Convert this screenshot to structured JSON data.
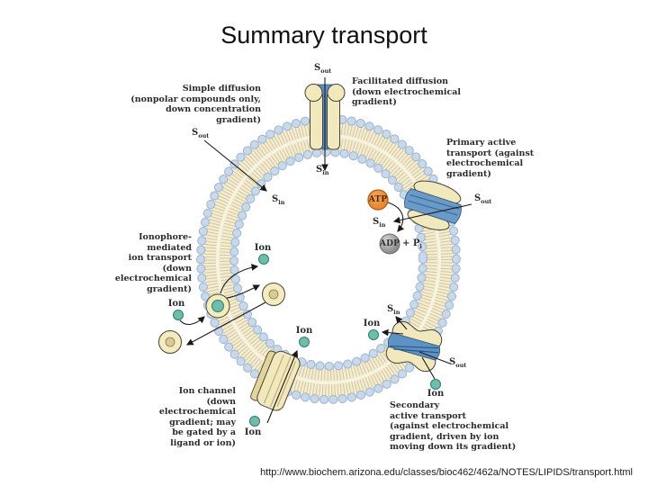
{
  "slide": {
    "title": "Summary transport",
    "source_url": "http://www.biochem.arizona.edu/classes/bioc462/462a/NOTES/LIPIDS/transport.html"
  },
  "labels": {
    "simple_diffusion": "Simple diffusion\n(nonpolar compounds only,\ndown concentration\ngradient)",
    "facilitated_diffusion": "Facilitated diffusion\n(down electrochemical\ngradient)",
    "primary_active": "Primary active\ntransport (against\nelectrochemical\ngradient)",
    "ionophore": "Ionophore-\nmediated\nion transport\n(down\nelectrochemical\ngradient)",
    "ion_channel": "Ion channel\n(down\nelectrochemical\ngradient; may\nbe gated by a\nligand or ion)",
    "secondary_active": "Secondary\nactive transport\n(against electrochemical\ngradient, driven by ion\nmoving down its gradient)"
  },
  "molecules": {
    "ion": "Ion",
    "atp": "ATP",
    "adp": "ADP",
    "plus_p": {
      "base": "+ P",
      "sub": "i"
    },
    "s": {
      "base": "S",
      "sub_out": "out",
      "sub_in": "in"
    }
  },
  "colors": {
    "membrane_head": "#c9d9ec",
    "membrane_head_outline": "#9db4d3",
    "lipid_tail": "#d5c59a",
    "protein_cream": "#f1e9bd",
    "channel_blue": "#5b8ec6",
    "ion_teal": "#6fbcab",
    "atp_orange": "#ec8f3e",
    "adp_gray": "#9e9e9e"
  }
}
